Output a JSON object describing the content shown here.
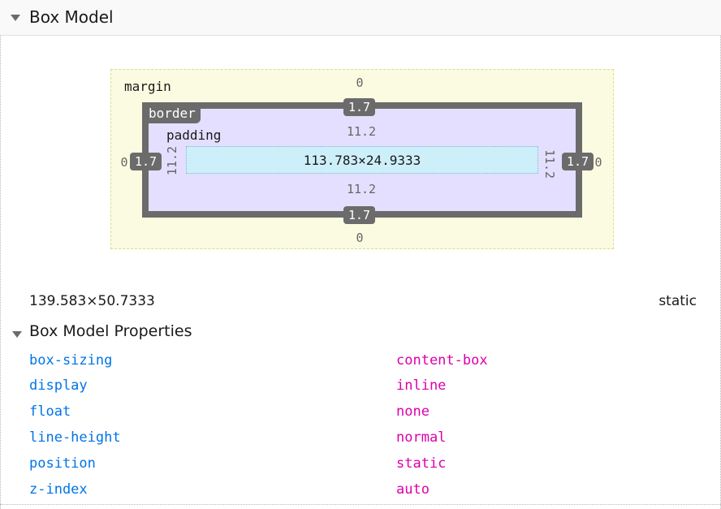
{
  "header": {
    "title": "Box Model"
  },
  "box_model": {
    "margin_label": "margin",
    "border_label": "border",
    "padding_label": "padding",
    "margin": {
      "top": "0",
      "right": "0",
      "bottom": "0",
      "left": "0"
    },
    "border": {
      "top": "1.7",
      "right": "1.7",
      "bottom": "1.7",
      "left": "1.7"
    },
    "padding": {
      "top": "11.2",
      "right": "11.2",
      "bottom": "11.2",
      "left": "11.2"
    },
    "content_size": "113.783×24.9333"
  },
  "element_size": "139.583×50.7333",
  "element_position": "static",
  "properties": {
    "title": "Box Model Properties",
    "rows": [
      {
        "name": "box-sizing",
        "value": "content-box"
      },
      {
        "name": "display",
        "value": "inline"
      },
      {
        "name": "float",
        "value": "none"
      },
      {
        "name": "line-height",
        "value": "normal"
      },
      {
        "name": "position",
        "value": "static"
      },
      {
        "name": "z-index",
        "value": "auto"
      }
    ]
  },
  "colors": {
    "margin_bg": "#fbfbe1",
    "border_bg": "#6b6b6b",
    "padding_bg": "#e4dffe",
    "content_bg": "#cdeffa",
    "property_name": "#0074e8",
    "property_value": "#dd00a9"
  },
  "icons": {
    "section_toggle": "chevron-down-icon"
  }
}
